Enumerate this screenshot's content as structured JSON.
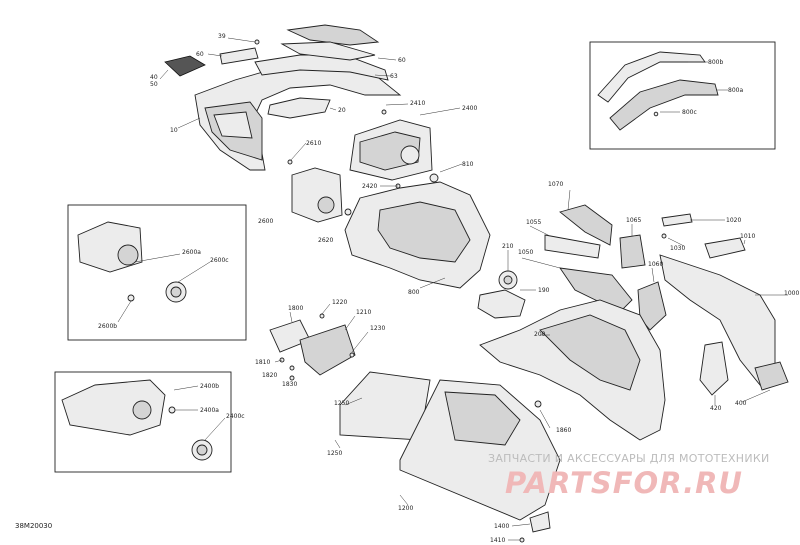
{
  "diagram": {
    "code": "38M20030",
    "watermark_top": "ЗАПЧАСТИ И АКСЕССУАРЫ ДЛЯ МОТОТЕХНИКИ",
    "watermark_logo": "PARTSFOR.RU"
  },
  "callouts": [
    {
      "id": "c-39",
      "text": "39"
    },
    {
      "id": "c-60a",
      "text": "60"
    },
    {
      "id": "c-4050a",
      "text": "40"
    },
    {
      "id": "c-4050b",
      "text": "50"
    },
    {
      "id": "c-10",
      "text": "10"
    },
    {
      "id": "c-60b",
      "text": "60"
    },
    {
      "id": "c-63",
      "text": "63"
    },
    {
      "id": "c-20",
      "text": "20"
    },
    {
      "id": "c-2410",
      "text": "2410"
    },
    {
      "id": "c-2400",
      "text": "2400"
    },
    {
      "id": "c-2610",
      "text": "2610"
    },
    {
      "id": "c-810",
      "text": "810"
    },
    {
      "id": "c-2420",
      "text": "2420"
    },
    {
      "id": "c-2600",
      "text": "2600"
    },
    {
      "id": "c-2620",
      "text": "2620"
    },
    {
      "id": "c-800b",
      "text": "800b"
    },
    {
      "id": "c-800a",
      "text": "800a"
    },
    {
      "id": "c-800c",
      "text": "800c"
    },
    {
      "id": "c-1070",
      "text": "1070"
    },
    {
      "id": "c-1050",
      "text": "1050"
    },
    {
      "id": "c-1065",
      "text": "1065"
    },
    {
      "id": "c-1020",
      "text": "1020"
    },
    {
      "id": "c-1030",
      "text": "1030"
    },
    {
      "id": "c-1010",
      "text": "1010"
    },
    {
      "id": "c-1060",
      "text": "1060"
    },
    {
      "id": "c-1055",
      "text": "1055"
    },
    {
      "id": "c-210",
      "text": "210"
    },
    {
      "id": "c-190",
      "text": "190"
    },
    {
      "id": "c-800",
      "text": "800"
    },
    {
      "id": "c-2600a",
      "text": "2600a"
    },
    {
      "id": "c-2600c",
      "text": "2600c"
    },
    {
      "id": "c-2600b",
      "text": "2600b"
    },
    {
      "id": "c-1800",
      "text": "1800"
    },
    {
      "id": "c-1220",
      "text": "1220"
    },
    {
      "id": "c-1210",
      "text": "1210"
    },
    {
      "id": "c-1230",
      "text": "1230"
    },
    {
      "id": "c-1810",
      "text": "1810"
    },
    {
      "id": "c-1820",
      "text": "1820"
    },
    {
      "id": "c-1830",
      "text": "1830"
    },
    {
      "id": "c-200",
      "text": "200"
    },
    {
      "id": "c-1000",
      "text": "1000"
    },
    {
      "id": "c-2400b",
      "text": "2400b"
    },
    {
      "id": "c-2400a",
      "text": "2400a"
    },
    {
      "id": "c-2400c",
      "text": "2400c"
    },
    {
      "id": "c-1250",
      "text": "1250"
    },
    {
      "id": "c-1200",
      "text": "1200"
    },
    {
      "id": "c-1400",
      "text": "1400"
    },
    {
      "id": "c-1410",
      "text": "1410"
    },
    {
      "id": "c-1860",
      "text": "1860"
    },
    {
      "id": "c-420",
      "text": "420"
    },
    {
      "id": "c-400",
      "text": "400"
    }
  ]
}
